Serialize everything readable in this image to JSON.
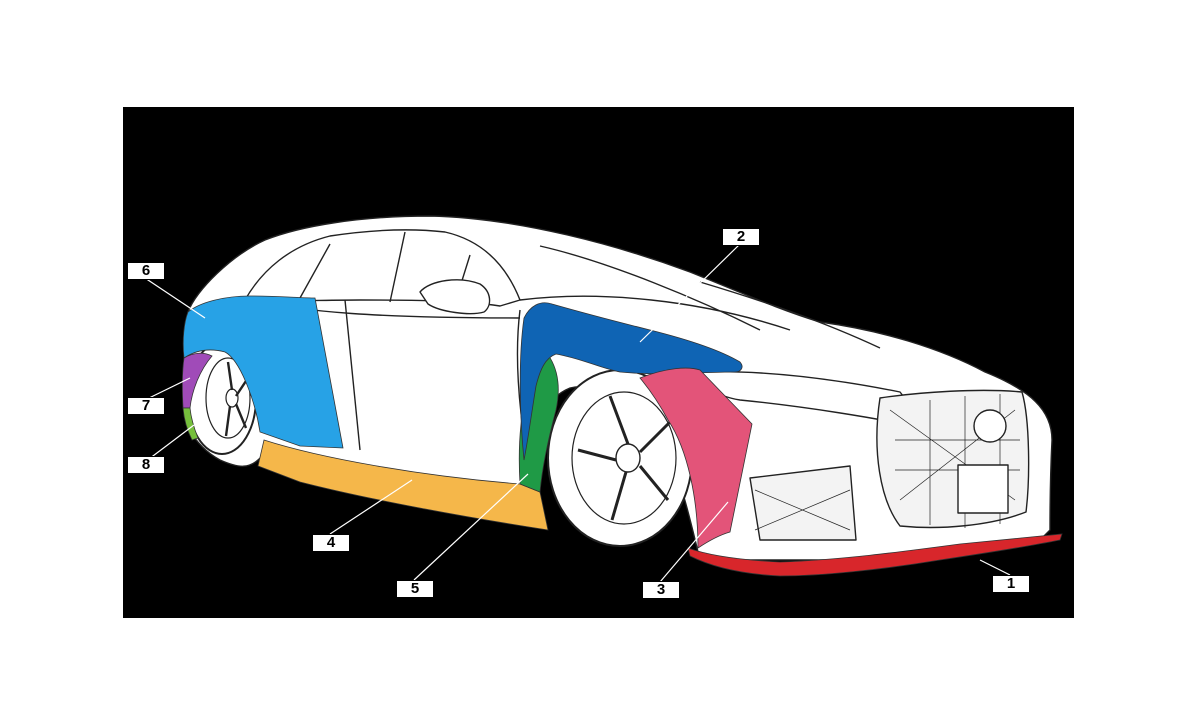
{
  "callouts": [
    {
      "number": "1",
      "part": "front-lip-spoiler",
      "color": "#d8262b"
    },
    {
      "number": "2",
      "part": "front-fender-upper",
      "color": "#0f64b4"
    },
    {
      "number": "3",
      "part": "front-fender-flare",
      "color": "#e35479"
    },
    {
      "number": "4",
      "part": "side-skirt",
      "color": "#f5b74a"
    },
    {
      "number": "5",
      "part": "front-fender-rear-extension",
      "color": "#1f9a46"
    },
    {
      "number": "6",
      "part": "rear-quarter-panel",
      "color": "#27a2e6"
    },
    {
      "number": "7",
      "part": "rear-fender-flare",
      "color": "#a04bb8"
    },
    {
      "number": "8",
      "part": "rear-side-step",
      "color": "#76bf3c"
    }
  ],
  "colors": {
    "background": "#ffffff",
    "panel": "#000000",
    "body": "#ffffff",
    "outline": "#222222"
  }
}
